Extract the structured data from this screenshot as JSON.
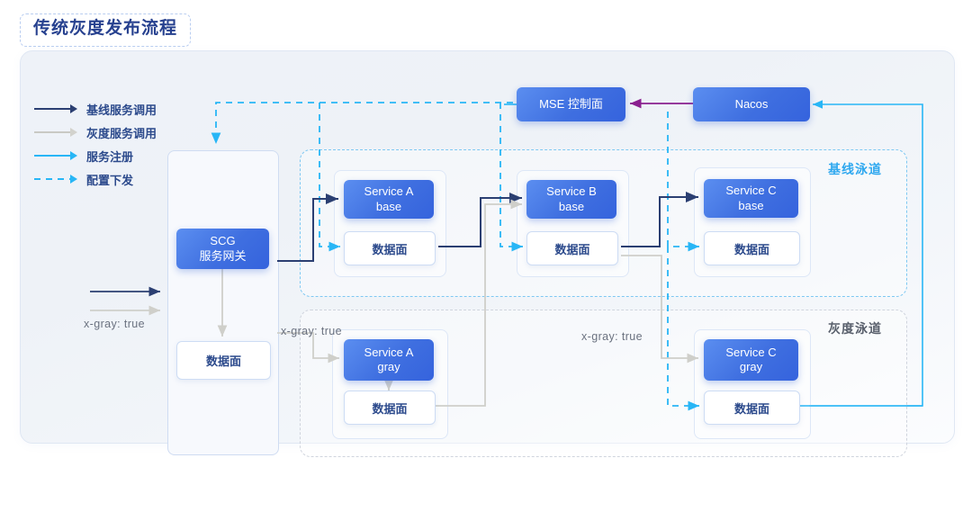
{
  "title": "传统灰度发布流程",
  "legend": {
    "items": [
      {
        "key": "baseline-call",
        "label": "基线服务调用",
        "color": "#2b3f72",
        "style": "solid"
      },
      {
        "key": "gray-call",
        "label": "灰度服务调用",
        "color": "#c9c9c4",
        "style": "solid"
      },
      {
        "key": "service-registry",
        "label": "服务注册",
        "color": "#28b6f6",
        "style": "solid"
      },
      {
        "key": "config-push",
        "label": "配置下发",
        "color": "#28b6f6",
        "style": "dashed"
      }
    ]
  },
  "nodes": {
    "mse": "MSE 控制面",
    "nacos": "Nacos",
    "gateway_line1": "SCG",
    "gateway_line2": "服务网关",
    "gateway_dataplane": "数据面",
    "service_a_base_line1": "Service A",
    "service_a_base_line2": "base",
    "service_a_base_dataplane": "数据面",
    "service_b_base_line1": "Service B",
    "service_b_base_line2": "base",
    "service_b_base_dataplane": "数据面",
    "service_c_base_line1": "Service C",
    "service_c_base_line2": "base",
    "service_c_base_dataplane": "数据面",
    "service_a_gray_line1": "Service A",
    "service_a_gray_line2": "gray",
    "service_a_gray_dataplane": "数据面",
    "service_c_gray_line1": "Service C",
    "service_c_gray_line2": "gray",
    "service_c_gray_dataplane": "数据面"
  },
  "lanes": {
    "baseline": "基线泳道",
    "gray": "灰度泳道"
  },
  "annotations": {
    "gateway_tag": "x-gray: true",
    "service_a_gray_tag": "x-gray: true",
    "service_c_gray_tag": "x-gray: true"
  },
  "colors": {
    "baseline_arrow": "#2b3f72",
    "gray_arrow": "#c9c9c4",
    "registry": "#28b6f6",
    "config": "#28b6f6",
    "mse_nacos_link": "#8a1f8f",
    "box_blue_start": "#5b8ef0",
    "box_blue_end": "#3563dd",
    "lane_base_border": "#7ec8f2",
    "lane_gray_border": "#cfd4dd",
    "title_text": "#27418f"
  }
}
